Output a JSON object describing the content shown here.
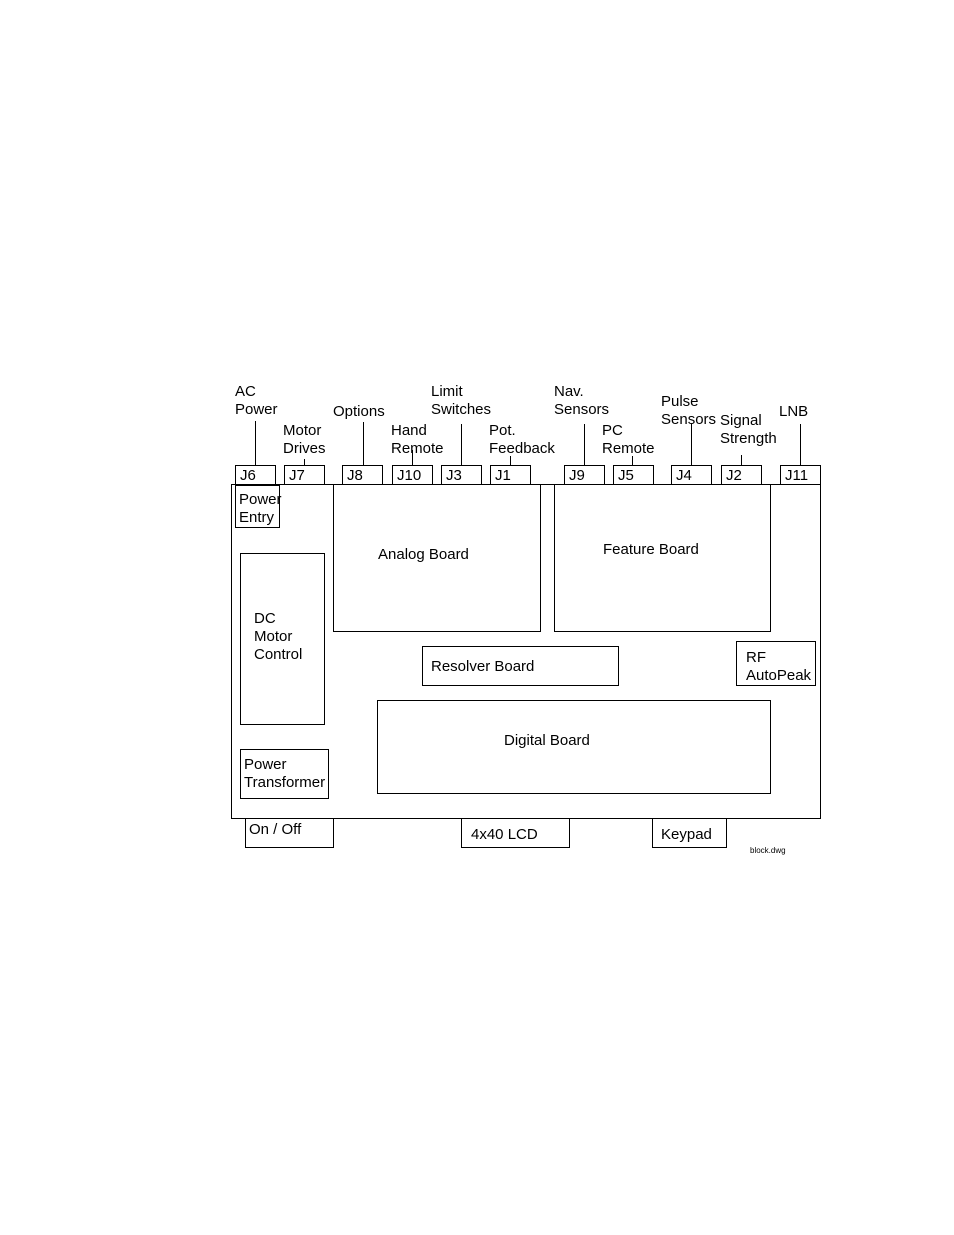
{
  "connector_labels": {
    "ac_power": "AC\nPower",
    "motor_drives": "Motor\nDrives",
    "options": "Options",
    "hand_remote": "Hand\nRemote",
    "limit_switches": "Limit\nSwitches",
    "pot_feedback": "Pot.\nFeedback",
    "nav_sensors": "Nav.\nSensors",
    "pc_remote": "PC\nRemote",
    "pulse_sensors": "Pulse\nSensors",
    "signal_strength": "Signal\nStrength",
    "lnb": "LNB"
  },
  "jacks": {
    "j6": "J6",
    "j7": "J7",
    "j8": "J8",
    "j10": "J10",
    "j3": "J3",
    "j1": "J1",
    "j9": "J9",
    "j5": "J5",
    "j4": "J4",
    "j2": "J2",
    "j11": "J11"
  },
  "boards": {
    "power_entry": "Power\nEntry",
    "analog_board": "Analog Board",
    "feature_board": "Feature Board",
    "dc_motor_control": "DC\nMotor\nControl",
    "resolver_board": "Resolver Board",
    "rf_autopeak": "RF\nAutoPeak",
    "digital_board": "Digital Board",
    "power_transformer": "Power\nTransformer"
  },
  "front_panel": {
    "on_off": "On / Off",
    "lcd": "4x40 LCD",
    "keypad": "Keypad"
  },
  "drawing_file": "block.dwg"
}
